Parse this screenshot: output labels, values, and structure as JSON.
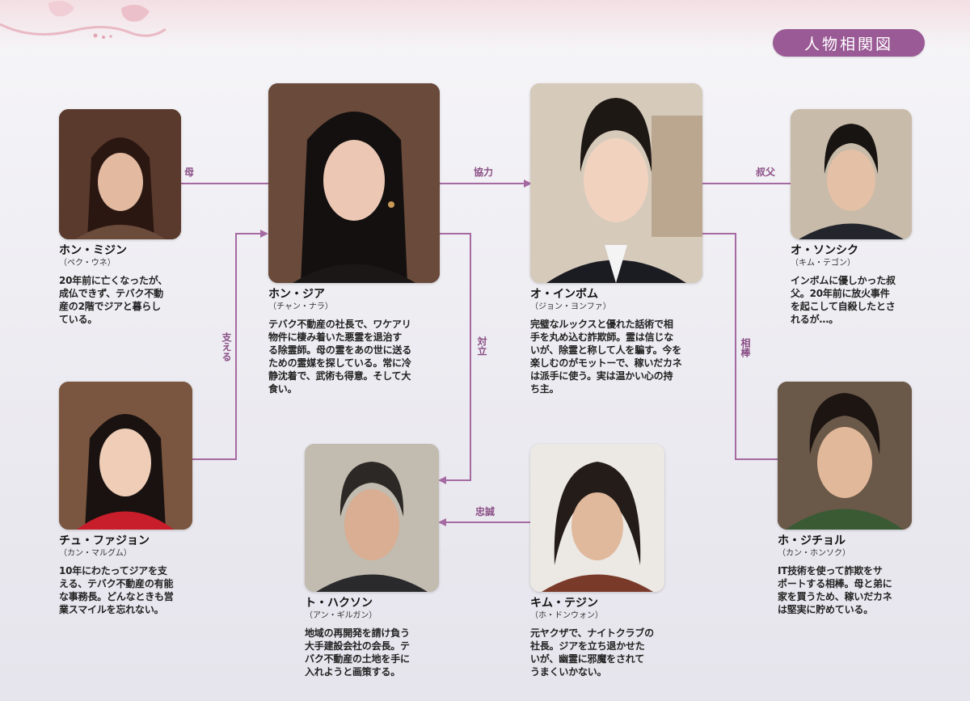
{
  "title": "人物相関図",
  "colors": {
    "accent": "#9a5a95",
    "line": "#a66aa2",
    "label": "#8a4f86"
  },
  "relationships": {
    "mother": "母",
    "cooperation": "協力",
    "uncle": "叔父",
    "support": "支える",
    "opposition": "対立",
    "partner": "相棒",
    "loyalty": "忠誠"
  },
  "characters": {
    "hong_mijin": {
      "name": "ホン・ミジン",
      "actor": "（ペク・ウネ）",
      "desc": [
        "20年前に亡くなったが、",
        "成仏できず、テバク不動",
        "産の2階でジアと暮らし",
        "ている。"
      ]
    },
    "hong_jia": {
      "name": "ホン・ジア",
      "actor": "（チャン・ナラ）",
      "desc": [
        "テバク不動産の社長で、ワケアリ",
        "物件に棲み着いた悪霊を退治す",
        "る除霊師。母の霊をあの世に送る",
        "ための霊媒を探している。常に冷",
        "静沈着で、武術も得意。そして大",
        "食い。"
      ]
    },
    "oh_inbom": {
      "name": "オ・インボム",
      "actor": "（ジョン・ヨンファ）",
      "desc": [
        "完璧なルックスと優れた話術で相",
        "手を丸め込む詐欺師。霊は信じな",
        "いが、除霊と称して人を騙す。今を",
        "楽しむのがモットーで、稼いだカネ",
        "は派手に使う。実は温かい心の持",
        "ち主。"
      ]
    },
    "oh_sonshik": {
      "name": "オ・ソンシク",
      "actor": "（キム・テゴン）",
      "desc": [
        "インボムに優しかった叔",
        "父。20年前に放火事件",
        "を起こして自殺したとさ",
        "れるが…。"
      ]
    },
    "chu_fajon": {
      "name": "チュ・ファジョン",
      "actor": "（カン・マルグム）",
      "desc": [
        "10年にわたってジアを支",
        "える、テバク不動産の有能",
        "な事務長。どんなときも営",
        "業スマイルを忘れない。"
      ]
    },
    "to_hakson": {
      "name": "ト・ハクソン",
      "actor": "（アン・ギルガン）",
      "desc": [
        "地域の再開発を請け負う",
        "大手建設会社の会長。テ",
        "バク不動産の土地を手に",
        "入れようと画策する。"
      ]
    },
    "kim_tejin": {
      "name": "キム・テジン",
      "actor": "（ホ・ドンウォン）",
      "desc": [
        "元ヤクザで、ナイトクラブの",
        "社長。ジアを立ち退かせた",
        "いが、幽霊に邪魔をされて",
        "うまくいかない。"
      ]
    },
    "ho_jichol": {
      "name": "ホ・ジチョル",
      "actor": "（カン・ホンソク）",
      "desc": [
        "IT技術を使って詐欺をサ",
        "ポートする相棒。母と弟に",
        "家を買うため、稼いだカネ",
        "は堅実に貯めている。"
      ]
    }
  }
}
